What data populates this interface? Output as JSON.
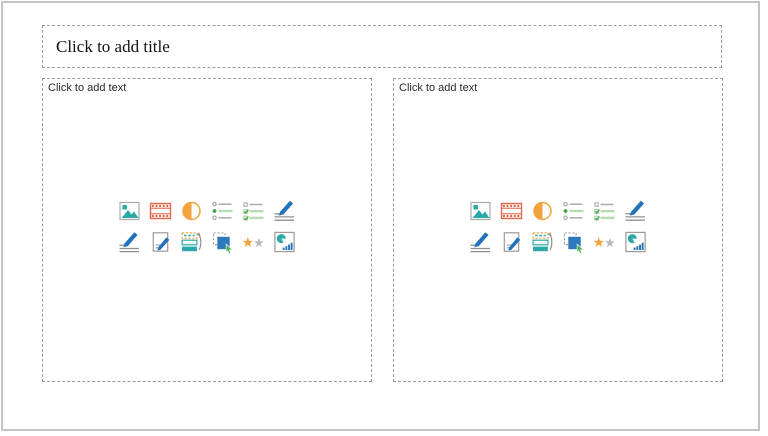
{
  "title": {
    "placeholder": "Click to add title"
  },
  "content": {
    "left": {
      "label": "Click to add text"
    },
    "right": {
      "label": "Click to add text"
    }
  },
  "icons": {
    "grid": [
      "picture-icon",
      "media-film-icon",
      "half-donut-chart-icon",
      "bullet-list-icon",
      "checklist-icon",
      "write-text-icon",
      "signature-icon",
      "edit-document-icon",
      "layers-arrange-icon",
      "select-object-icon",
      "rating-stars-icon",
      "pie-bar-stats-icon"
    ]
  },
  "colors": {
    "teal": "#2BA8A8",
    "film_orange_red": "#E8654A",
    "orange": "#F2A33C",
    "green": "#4D9E4D",
    "light_green": "#B4DDB4",
    "pen_blue": "#2272B9",
    "shape_blue": "#2E78BC",
    "cursor_green": "#4CAF50",
    "gray_line": "#9B9B9B",
    "dashed_border": "#9B9B9B",
    "window_border": "#C2C5C8",
    "star_gray": "#B9B9B9"
  }
}
